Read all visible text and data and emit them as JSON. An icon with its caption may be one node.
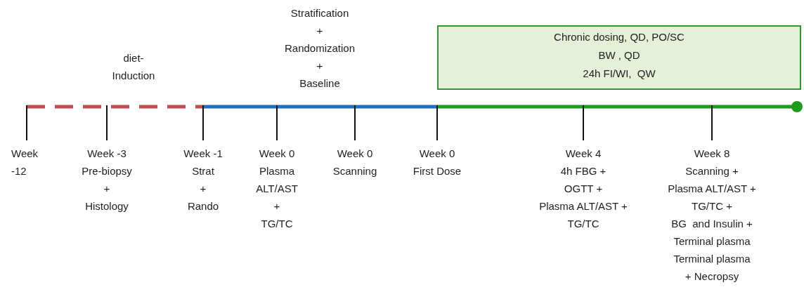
{
  "diagram": {
    "nodes": [
      {
        "text": [
          "Chronic dosing, QD, PO/SC",
          "BW , QD",
          "24h FI/WI,  QW"
        ]
      }
    ],
    "labels": [
      "diet-",
      "Induction",
      "Stratification",
      "+",
      "Randomization",
      "+",
      "Baseline",
      "Week",
      "-12",
      "Week -3",
      "Pre-biopsy",
      "+",
      "Histology",
      "Week -1",
      "Strat",
      "+",
      "Rando",
      "Week 0",
      "Plasma",
      "ALT/AST",
      "+",
      "TG/TC",
      "Week 0",
      "Scanning",
      "Week 0",
      "First Dose",
      "Week 4",
      "4h FBG +",
      "OGTT +",
      "Plasma ALT/AST +",
      "TG/TC",
      "Week 8",
      "Scanning +",
      "Plasma ALT/AST +",
      "TG/TC +",
      "BG  and Insulin +",
      "Terminal plasma",
      "Terminal plasma",
      "+ Necropsy"
    ]
  }
}
